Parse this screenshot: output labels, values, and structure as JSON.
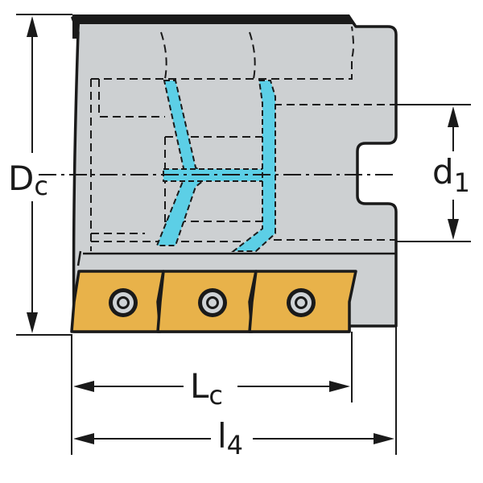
{
  "labels": {
    "dc_main": "D",
    "dc_sub": "c",
    "d1_main": "d",
    "d1_sub": "1",
    "lc_main": "L",
    "lc_sub": "c",
    "l4_main": "l",
    "l4_sub": "4"
  },
  "colors": {
    "body": "#cdd0d2",
    "outline": "#1a1a1a",
    "coolant": "#5ccfe6",
    "insert": "#e8b24a",
    "insert_hole": "#cfd3d6"
  }
}
